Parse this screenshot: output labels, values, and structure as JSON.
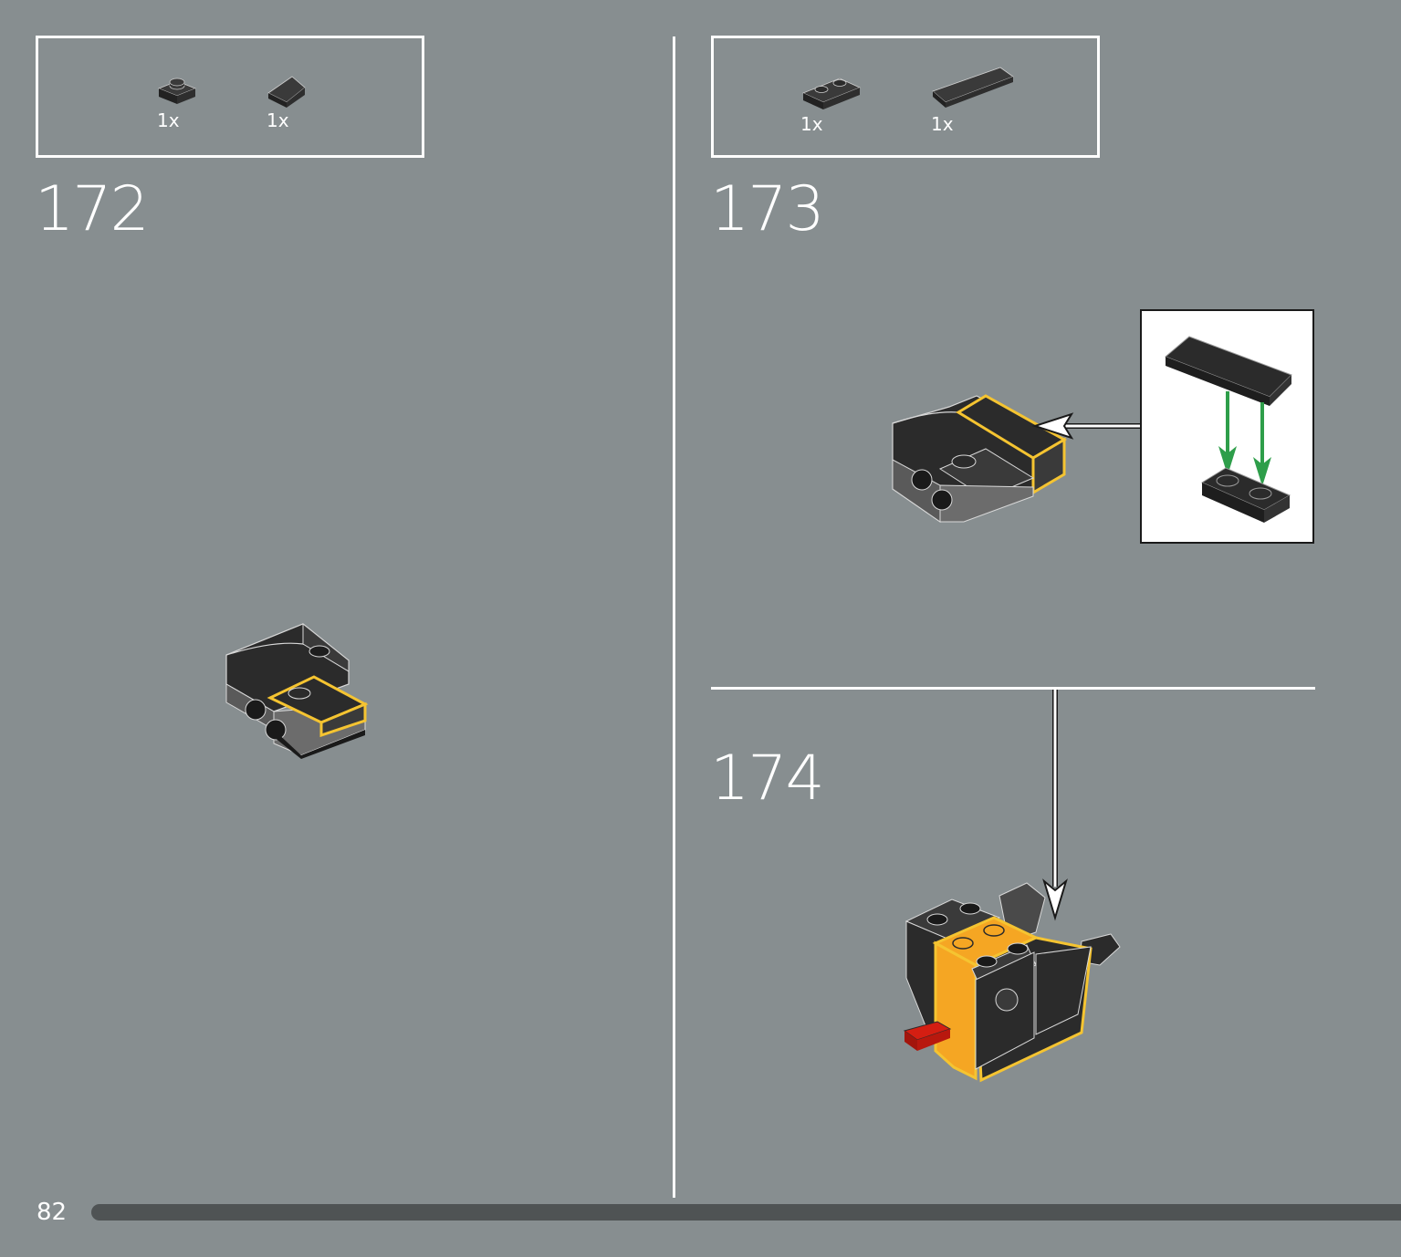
{
  "page": {
    "number": "82"
  },
  "steps": [
    {
      "number": "172",
      "parts": [
        {
          "name": "plate-1x1-round-stud-icon",
          "qty": "1x"
        },
        {
          "name": "slope-1x1-icon",
          "qty": "1x"
        }
      ]
    },
    {
      "number": "173",
      "parts": [
        {
          "name": "plate-1x2-icon",
          "qty": "1x"
        },
        {
          "name": "tile-1x4-icon",
          "qty": "1x"
        }
      ]
    },
    {
      "number": "174"
    }
  ],
  "colors": {
    "background": "#878e90",
    "brick_dark": "#2b2b2b",
    "highlight": "#f5c431",
    "orange": "#f5a623",
    "red": "#d41e12",
    "arrow_green": "#2e9e4a",
    "progress_bar": "#4f5354"
  }
}
